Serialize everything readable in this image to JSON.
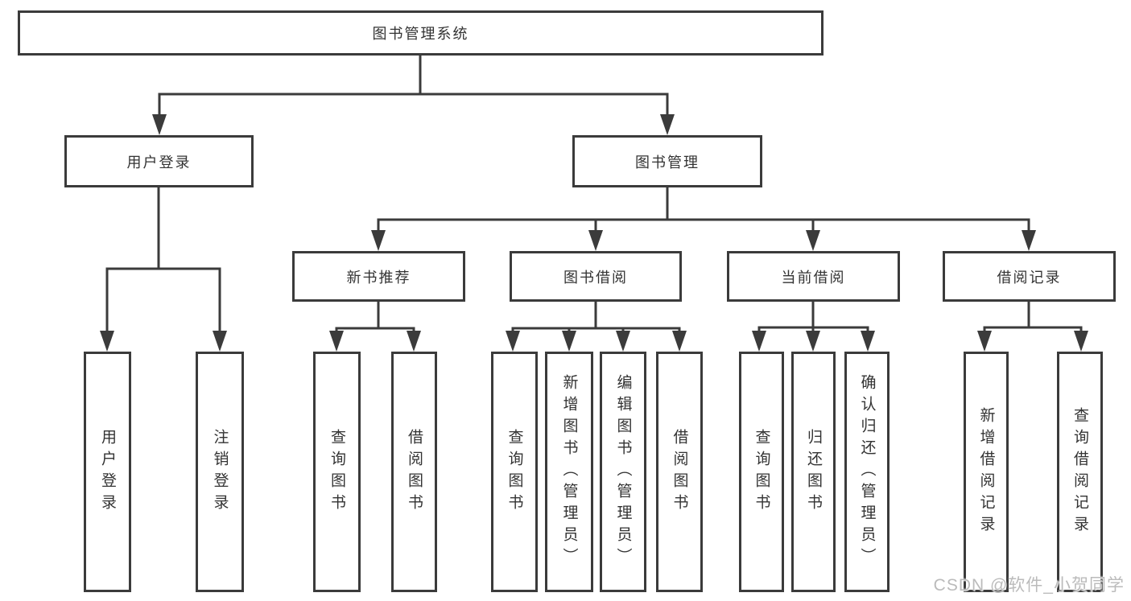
{
  "diagram": {
    "type": "hierarchy-tree",
    "nodes": [
      {
        "id": "root",
        "label": "图书管理系统",
        "writing": "horizontal",
        "parent": null
      },
      {
        "id": "user-login",
        "label": "用户登录",
        "writing": "horizontal",
        "parent": "root"
      },
      {
        "id": "book-management",
        "label": "图书管理",
        "writing": "horizontal",
        "parent": "root"
      },
      {
        "id": "new-book-recommend",
        "label": "新书推荐",
        "writing": "horizontal",
        "parent": "book-management"
      },
      {
        "id": "book-borrowing",
        "label": "图书借阅",
        "writing": "horizontal",
        "parent": "book-management"
      },
      {
        "id": "current-borrowing",
        "label": "当前借阅",
        "writing": "horizontal",
        "parent": "book-management"
      },
      {
        "id": "borrowing-records",
        "label": "借阅记录",
        "writing": "horizontal",
        "parent": "book-management"
      },
      {
        "id": "login",
        "label": "用户登录",
        "writing": "vertical",
        "parent": "user-login"
      },
      {
        "id": "logout",
        "label": "注销登录",
        "writing": "vertical",
        "parent": "user-login"
      },
      {
        "id": "query-books-1",
        "label": "查询图书",
        "writing": "vertical",
        "parent": "new-book-recommend"
      },
      {
        "id": "borrow-books-1",
        "label": "借阅图书",
        "writing": "vertical",
        "parent": "new-book-recommend"
      },
      {
        "id": "query-books-2",
        "label": "查询图书",
        "writing": "vertical",
        "parent": "book-borrowing"
      },
      {
        "id": "add-books-admin",
        "label": "新增图书（管理员）",
        "writing": "vertical",
        "parent": "book-borrowing"
      },
      {
        "id": "edit-books-admin",
        "label": "编辑图书（管理员）",
        "writing": "vertical",
        "parent": "book-borrowing"
      },
      {
        "id": "borrow-books-2",
        "label": "借阅图书",
        "writing": "vertical",
        "parent": "book-borrowing"
      },
      {
        "id": "query-books-3",
        "label": "查询图书",
        "writing": "vertical",
        "parent": "current-borrowing"
      },
      {
        "id": "return-books",
        "label": "归还图书",
        "writing": "vertical",
        "parent": "current-borrowing"
      },
      {
        "id": "confirm-return-admin",
        "label": "确认归还（管理员）",
        "writing": "vertical",
        "parent": "current-borrowing"
      },
      {
        "id": "add-borrow-record",
        "label": "新增借阅记录",
        "writing": "vertical",
        "parent": "borrowing-records"
      },
      {
        "id": "query-borrow-record",
        "label": "查询借阅记录",
        "writing": "vertical",
        "parent": "borrowing-records"
      }
    ]
  },
  "watermark": {
    "text": "CSDN @软件_小贺同学"
  },
  "colors": {
    "line": "#3b3b3b",
    "text": "#333333",
    "background": "#ffffff",
    "watermark": "#bbbbbb"
  }
}
